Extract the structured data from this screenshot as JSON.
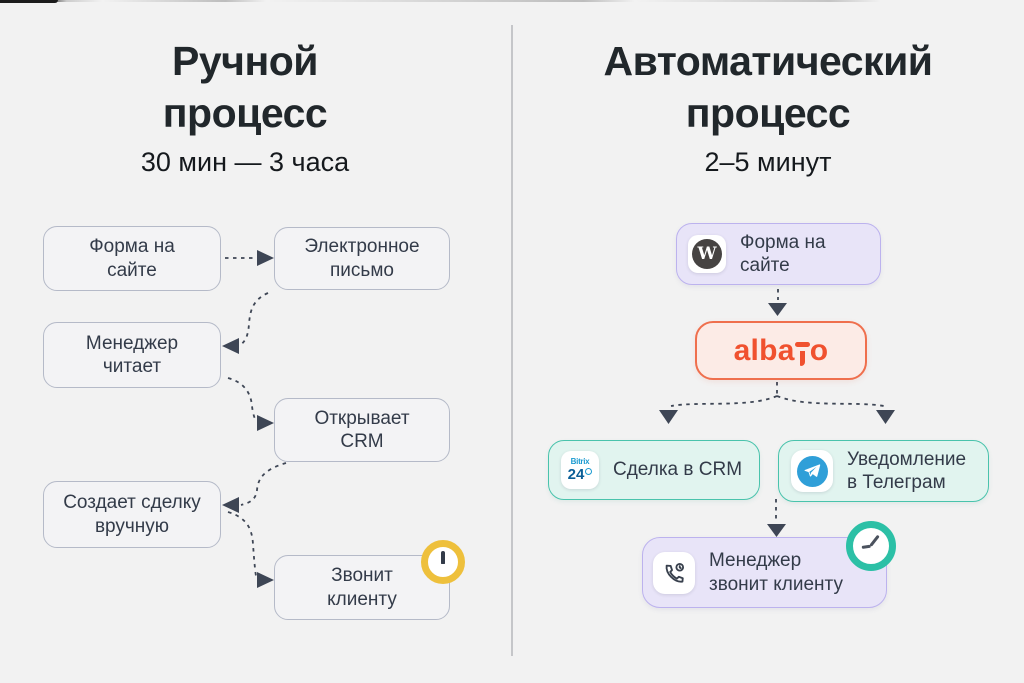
{
  "left_panel": {
    "title": "Ручной\nпроцесс",
    "subtitle": "30 мин — 3 часа",
    "boxes": [
      {
        "label": "Форма на\nсайте"
      },
      {
        "label": "Электронное\nписьмо"
      },
      {
        "label": "Менеджер\nчитает"
      },
      {
        "label": "Открывает\nCRM"
      },
      {
        "label": "Создает сделку\nвручную"
      },
      {
        "label": "Звонит\nклиенту"
      }
    ]
  },
  "right_panel": {
    "title": "Автоматический\nпроцесс",
    "subtitle": "2–5 минут",
    "wordpress_box": {
      "label": "Форма на сайте",
      "icon": "wordpress-icon",
      "icon_letter": "W"
    },
    "albato_box": {
      "brand_pre": "alba",
      "brand_t": "t",
      "brand_post": "o"
    },
    "crm_box": {
      "label": "Сделка в CRM",
      "icon": "bitrix24-icon",
      "icon_line1": "Bitrix",
      "icon_line2": "24"
    },
    "telegram_box": {
      "label": "Уведомление\nв Телеграм",
      "icon": "telegram-icon"
    },
    "manager_box": {
      "label": "Менеджер\nзвонит клиенту",
      "icon": "phone-call-icon"
    }
  },
  "colors": {
    "background": "#f2f2f2",
    "arrow": "#3e4655",
    "albato_orange": "#f0512f",
    "albato_bg": "#fcebe6",
    "teal_accent": "#2cc0a6",
    "mint_bg": "#e1f4ef",
    "lavender_bg": "#e8e4f8",
    "lavender_border": "#bcb2ee",
    "timer_yellow": "#eec03c",
    "neutral_box_bg": "#f3f3f5",
    "neutral_box_border": "#b5bac8",
    "telegram_blue": "#2f9fd8",
    "wordpress_gray": "#464342",
    "bitrix_blue": "#0b5f97"
  }
}
